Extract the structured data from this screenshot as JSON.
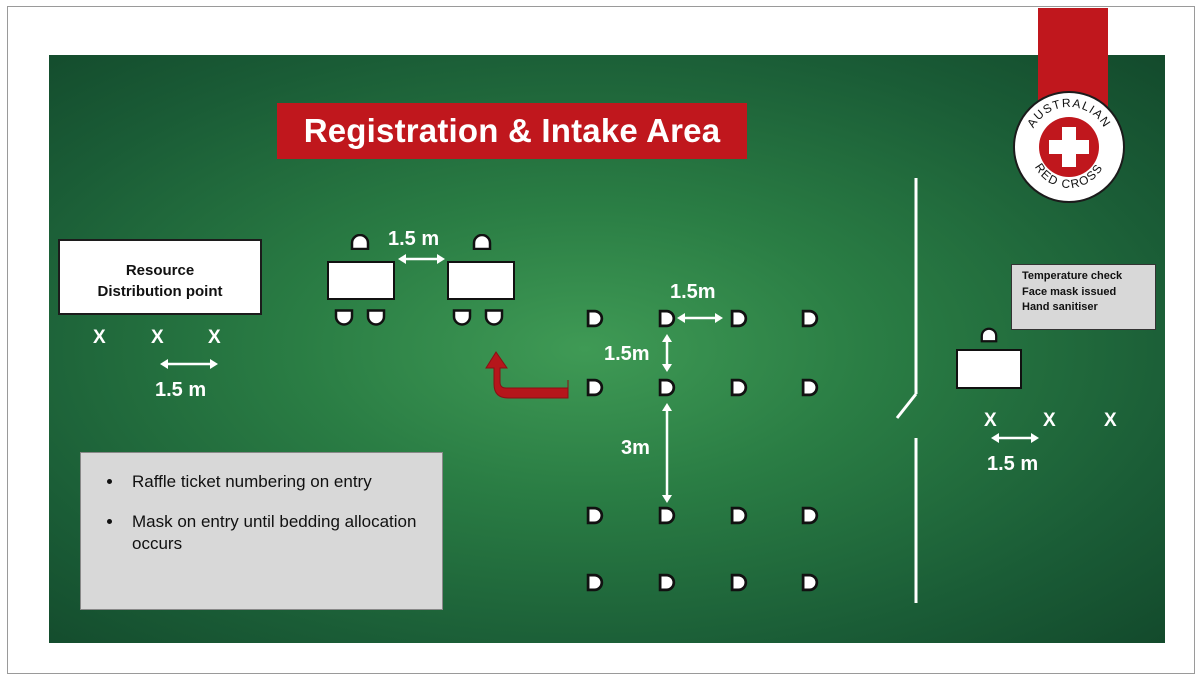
{
  "title": "Registration & Intake Area",
  "resource_point": {
    "line1": "Resource",
    "line2": "Distribution point"
  },
  "notes": [
    "Raffle ticket numbering on entry",
    "Mask on entry until bedding allocation occurs"
  ],
  "checks": [
    "Temperature check",
    "Face mask issued",
    "Hand sanitiser"
  ],
  "distances": {
    "desks": "1.5 m",
    "resource_queue": "1.5 m",
    "seat_horizontal": "1.5m",
    "seat_vertical": "1.5m",
    "seat_gap": "3m",
    "entry_queue": "1.5 m"
  },
  "queue_marker": "X",
  "logo": {
    "text_top": "AUSTRALIAN",
    "text_bottom": "RED CROSS"
  },
  "colors": {
    "board": "#2a7d44",
    "accent_red": "#c0171d",
    "box_grey": "#d8d8d8"
  }
}
